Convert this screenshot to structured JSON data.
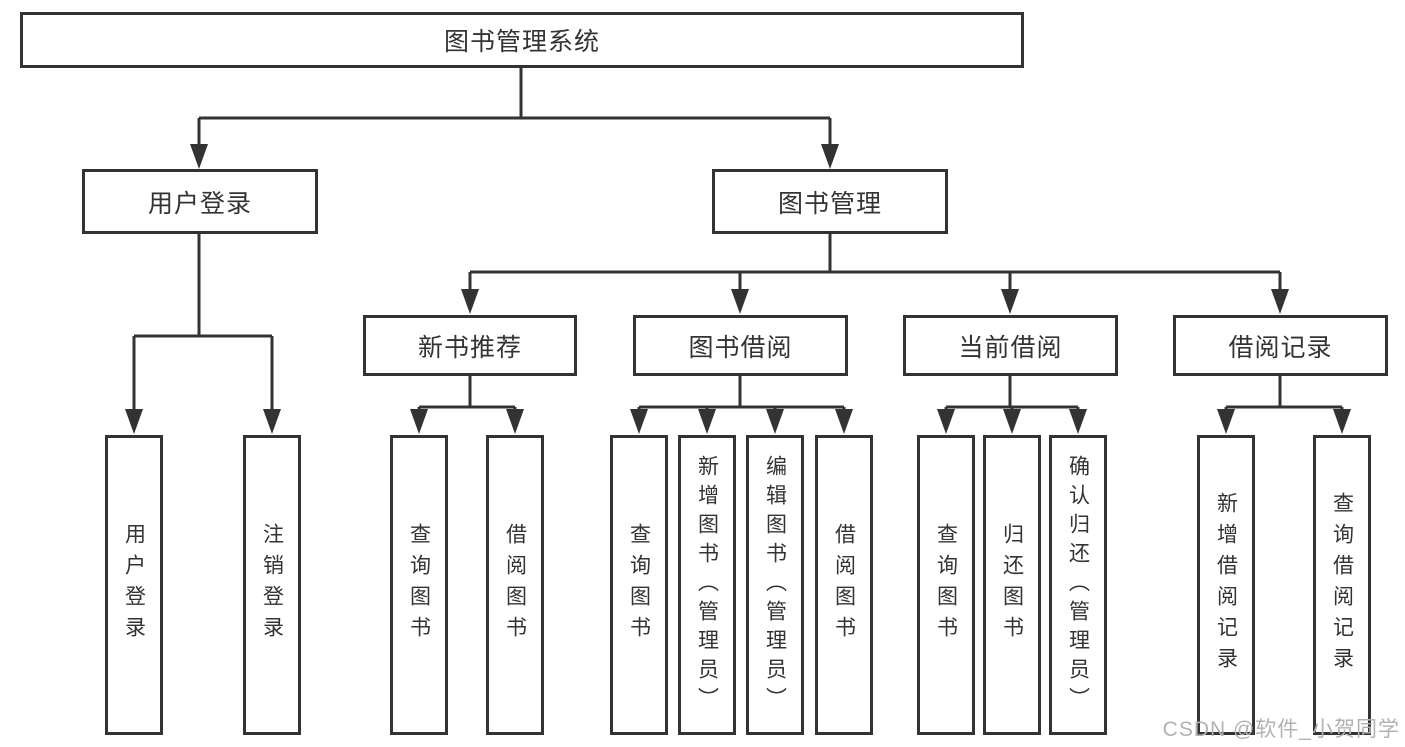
{
  "diagram": {
    "type": "hierarchy-diagram",
    "tree": {
      "label": "图书管理系统",
      "children": [
        {
          "label": "用户登录",
          "children": [
            {
              "label": "用户登录"
            },
            {
              "label": "注销登录"
            }
          ]
        },
        {
          "label": "图书管理",
          "children": [
            {
              "label": "新书推荐",
              "children": [
                {
                  "label": "查询图书"
                },
                {
                  "label": "借阅图书"
                }
              ]
            },
            {
              "label": "图书借阅",
              "children": [
                {
                  "label": "查询图书"
                },
                {
                  "label": "新增图书（管理员）"
                },
                {
                  "label": "编辑图书（管理员）"
                },
                {
                  "label": "借阅图书"
                }
              ]
            },
            {
              "label": "当前借阅",
              "children": [
                {
                  "label": "查询图书"
                },
                {
                  "label": "归还图书"
                },
                {
                  "label": "确认归还（管理员）"
                }
              ]
            },
            {
              "label": "借阅记录",
              "children": [
                {
                  "label": "新增借阅记录"
                },
                {
                  "label": "查询借阅记录"
                }
              ]
            }
          ]
        }
      ]
    },
    "colors": {
      "line": "#333333",
      "box_border": "#333333",
      "box_fill": "#ffffff",
      "text": "#333333"
    }
  },
  "watermark": {
    "text": "CSDN @软件_小贺同学",
    "color": "#b2b2b2"
  }
}
